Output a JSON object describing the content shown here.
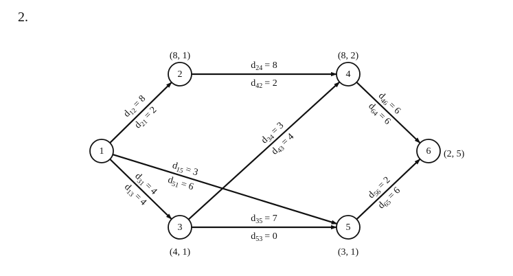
{
  "problem": {
    "number": "2."
  },
  "nodes": [
    {
      "id": "1",
      "label": "1",
      "coord": ""
    },
    {
      "id": "2",
      "label": "2",
      "coord": "(8, 1)"
    },
    {
      "id": "3",
      "label": "3",
      "coord": "(4, 1)"
    },
    {
      "id": "4",
      "label": "4",
      "coord": "(8, 2)"
    },
    {
      "id": "5",
      "label": "5",
      "coord": "(3, 1)"
    },
    {
      "id": "6",
      "label": "6",
      "coord": "(2, 5)"
    }
  ],
  "edges": [
    {
      "id": "1-2",
      "from": "1",
      "to": "2",
      "labels": [
        {
          "sym": "d",
          "sub": "12",
          "val": "= 8"
        },
        {
          "sym": "d",
          "sub": "21",
          "val": "= 2"
        }
      ]
    },
    {
      "id": "1-3",
      "from": "1",
      "to": "3",
      "labels": [
        {
          "sym": "d",
          "sub": "13",
          "val": "= 4"
        },
        {
          "sym": "d",
          "sub": "31",
          "val": "= 4"
        }
      ]
    },
    {
      "id": "1-5",
      "from": "1",
      "to": "5",
      "labels": [
        {
          "sym": "d",
          "sub": "15",
          "val": "= 3"
        },
        {
          "sym": "d",
          "sub": "51",
          "val": "= 6"
        }
      ]
    },
    {
      "id": "2-4",
      "from": "2",
      "to": "4",
      "labels": [
        {
          "sym": "d",
          "sub": "24",
          "val": "= 8"
        },
        {
          "sym": "d",
          "sub": "42",
          "val": "= 2"
        }
      ]
    },
    {
      "id": "3-4",
      "from": "3",
      "to": "4",
      "labels": [
        {
          "sym": "d",
          "sub": "34",
          "val": "= 3"
        },
        {
          "sym": "d",
          "sub": "43",
          "val": "= 4"
        }
      ]
    },
    {
      "id": "3-5",
      "from": "3",
      "to": "5",
      "labels": [
        {
          "sym": "d",
          "sub": "35",
          "val": "= 7"
        },
        {
          "sym": "d",
          "sub": "53",
          "val": "= 0"
        }
      ]
    },
    {
      "id": "4-6",
      "from": "4",
      "to": "6",
      "labels": [
        {
          "sym": "d",
          "sub": "46",
          "val": "= 6"
        },
        {
          "sym": "d",
          "sub": "64",
          "val": "= 6"
        }
      ]
    },
    {
      "id": "5-6",
      "from": "5",
      "to": "6",
      "labels": [
        {
          "sym": "d",
          "sub": "56",
          "val": "= 2"
        },
        {
          "sym": "d",
          "sub": "65",
          "val": "= 6"
        }
      ]
    }
  ]
}
